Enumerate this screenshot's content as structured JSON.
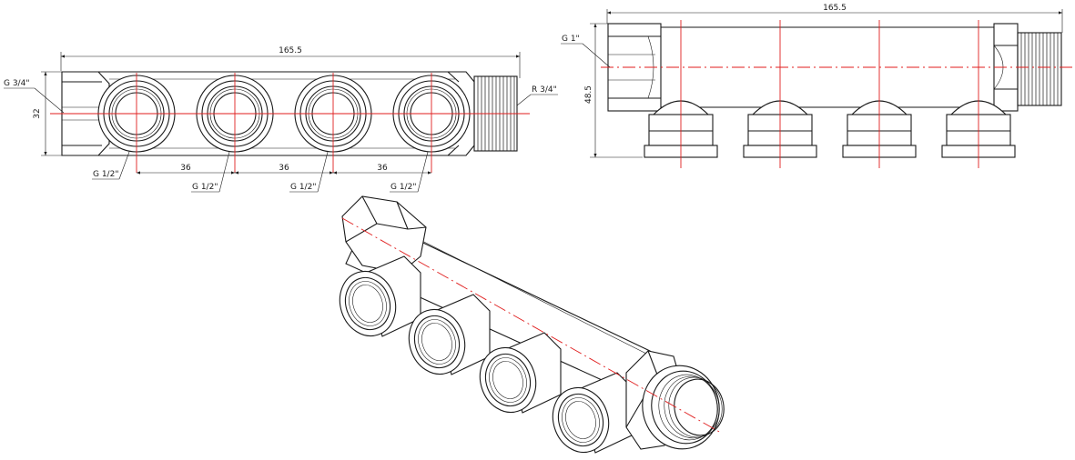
{
  "front_view": {
    "overall_length": "165.5",
    "height": "32",
    "inlet_thread": "G 3/4\"",
    "outlet_thread": "R 3/4\"",
    "outlet_ports": [
      "G 1/2\"",
      "G 1/2\"",
      "G 1/2\"",
      "G 1/2\""
    ],
    "spacings": [
      "36",
      "36",
      "36"
    ]
  },
  "side_view": {
    "overall_length": "165.5",
    "height": "48.5",
    "end_thread": "G 1\""
  },
  "colors": {
    "line": "#1a1a1a",
    "centerline": "#e01e1e",
    "background": "#ffffff"
  }
}
